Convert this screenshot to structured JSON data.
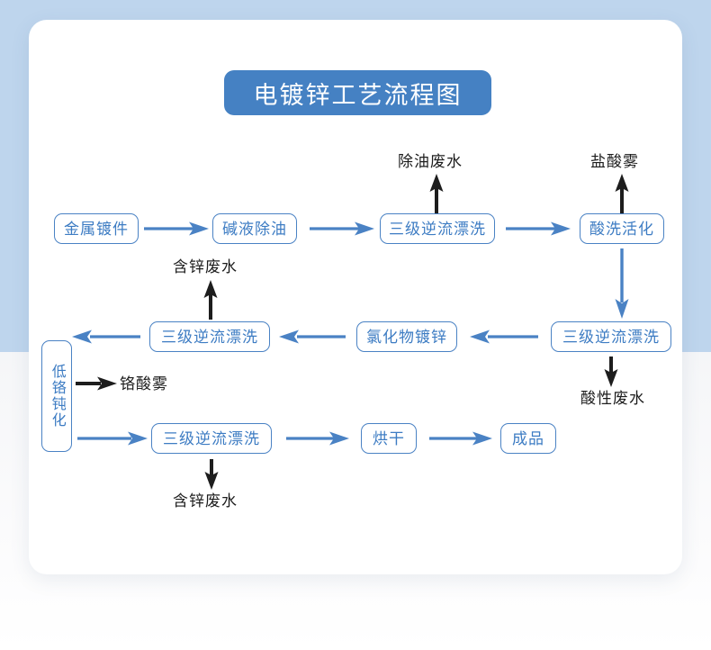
{
  "title": "电镀锌工艺流程图",
  "colors": {
    "brand_blue": "#4581c3",
    "node_border": "#4a82c4",
    "node_text": "#3d7cc3",
    "arrow_blue": "#4a82c4",
    "arrow_black": "#1d1d1d",
    "background_band": "#bed5ed",
    "card": "#ffffff"
  },
  "nodes": {
    "n1": {
      "label": "金属镀件"
    },
    "n2": {
      "label": "碱液除油"
    },
    "n3": {
      "label": "三级逆流漂洗"
    },
    "n4": {
      "label": "酸洗活化"
    },
    "n5": {
      "label": "三级逆流漂洗"
    },
    "n6": {
      "label": "氯化物镀锌"
    },
    "n7": {
      "label": "三级逆流漂洗"
    },
    "n8": {
      "label": "低铬钝化"
    },
    "n9": {
      "label": "三级逆流漂洗"
    },
    "n10": {
      "label": "烘干"
    },
    "n11": {
      "label": "成品"
    }
  },
  "waste_labels": {
    "w1": "除油废水",
    "w2": "盐酸雾",
    "w3": "含锌废水",
    "w4": "酸性废水",
    "w5": "铬酸雾",
    "w6": "含锌废水"
  }
}
